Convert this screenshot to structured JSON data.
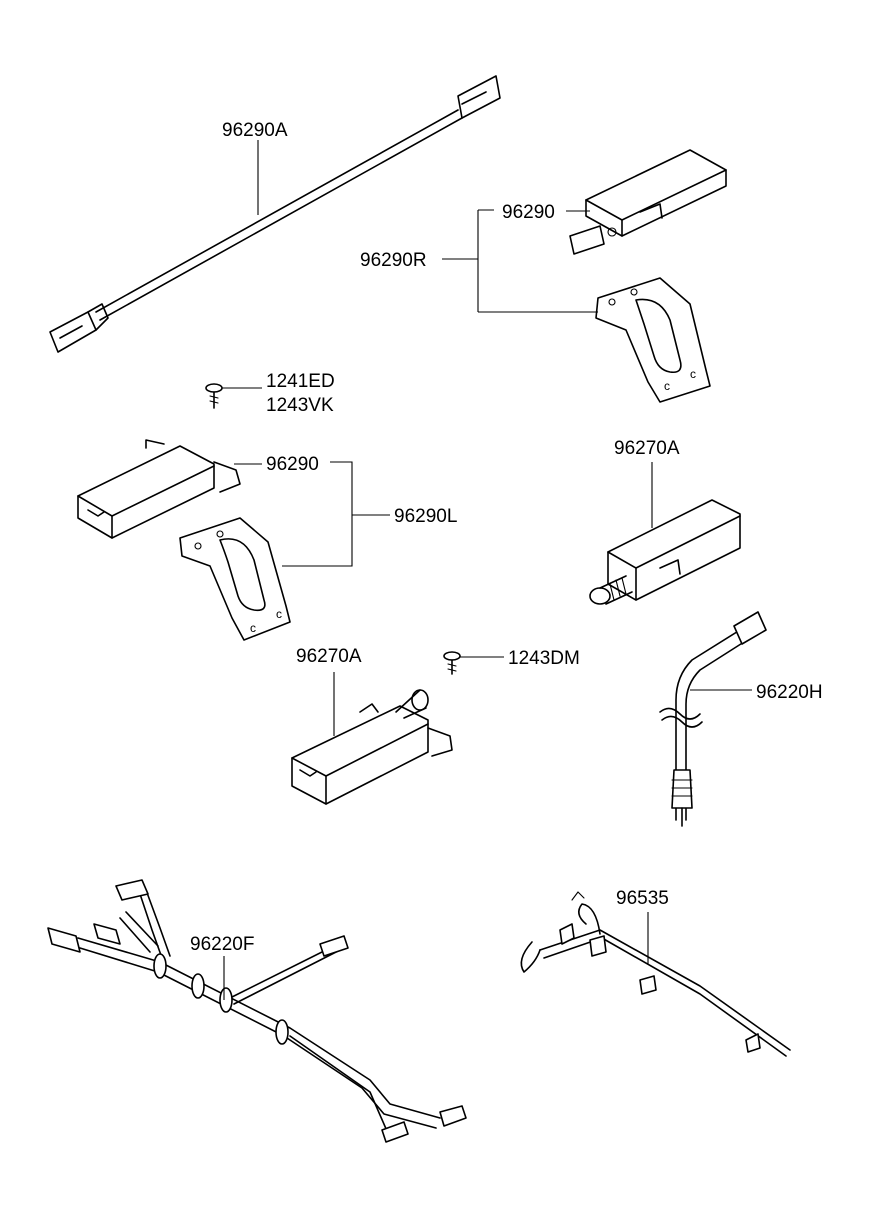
{
  "labels": {
    "p96290A": "96290A",
    "p96290_top": "96290",
    "p96290R": "96290R",
    "p1241ED": "1241ED",
    "p1243VK": "1243VK",
    "p96290_mid": "96290",
    "p96290L": "96290L",
    "p96270A_right": "96270A",
    "p96270A_mid": "96270A",
    "p1243DM": "1243DM",
    "p96220H": "96220H",
    "p96220F": "96220F",
    "p96535": "96535"
  }
}
